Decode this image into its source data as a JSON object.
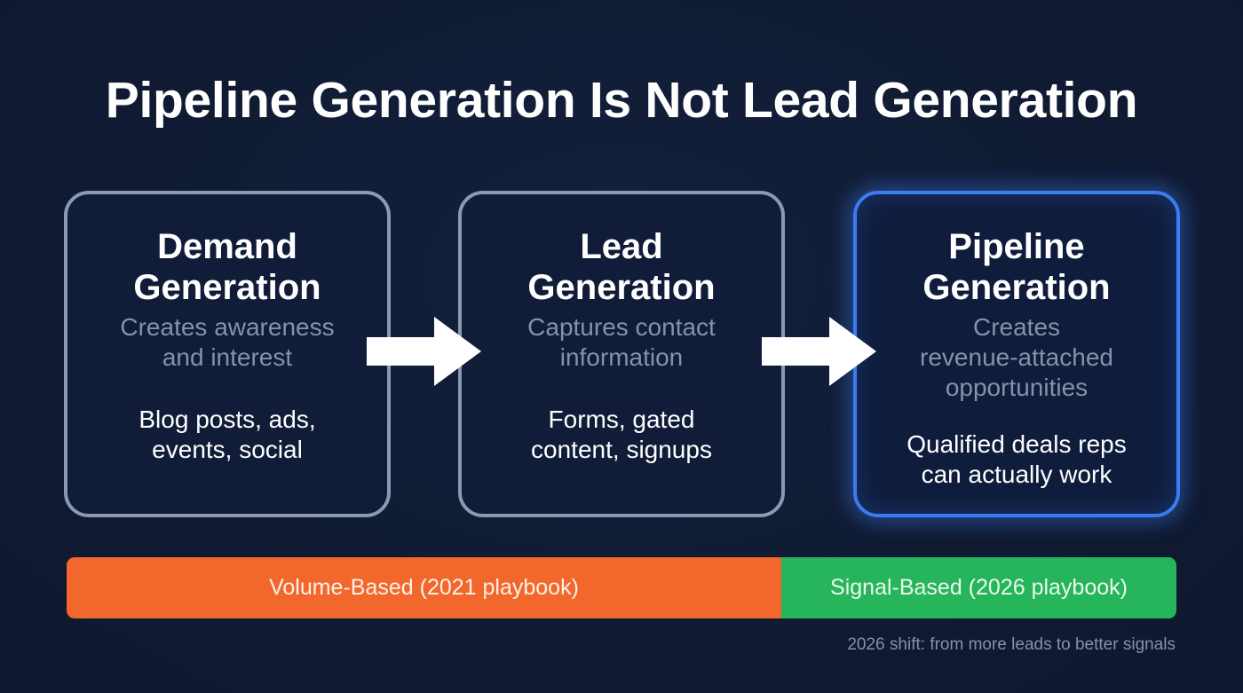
{
  "title": "Pipeline Generation Is Not Lead Generation",
  "stages": [
    {
      "title_lines": [
        "Demand",
        "Generation"
      ],
      "description_lines": [
        "Creates awareness",
        "and interest"
      ],
      "example_lines": [
        "Blog posts, ads,",
        "events, social"
      ],
      "highlighted": false
    },
    {
      "title_lines": [
        "Lead",
        "Generation"
      ],
      "description_lines": [
        "Captures contact",
        "information"
      ],
      "example_lines": [
        "Forms, gated",
        "content, signups"
      ],
      "highlighted": false
    },
    {
      "title_lines": [
        "Pipeline",
        "Generation"
      ],
      "description_lines": [
        "Creates",
        "revenue-attached",
        "opportunities"
      ],
      "example_lines": [
        "Qualified deals reps",
        "can actually work"
      ],
      "highlighted": true
    }
  ],
  "arrows": [
    {
      "icon": "arrow-right-icon",
      "from": "Demand Generation",
      "to": "Lead Generation"
    },
    {
      "icon": "arrow-right-icon",
      "from": "Lead Generation",
      "to": "Pipeline Generation"
    }
  ],
  "bar": {
    "segments": [
      {
        "label": "Volume-Based (2021 playbook)",
        "color": "#f2672c"
      },
      {
        "label": "Signal-Based (2026 playbook)",
        "color": "#26b55a"
      }
    ]
  },
  "footnote": "2026 shift: from more leads to better signals",
  "colors": {
    "background": "#101b33",
    "box_border": "#8a9ab3",
    "highlight_border": "#3b7cf0",
    "muted_text": "#8592a8",
    "text": "#ffffff"
  }
}
